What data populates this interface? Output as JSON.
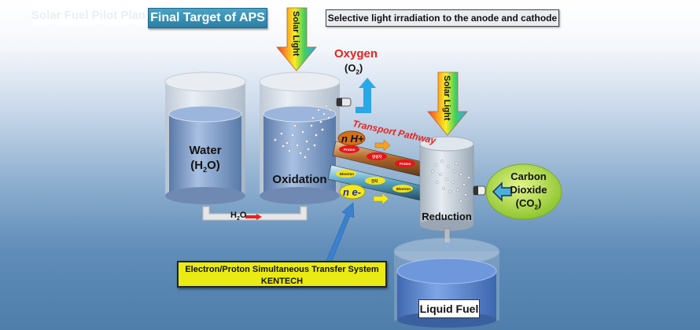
{
  "header": {
    "faded_title": "Solar Fuel Pilot Plant and",
    "title": "Final Target of APS",
    "subtitle": "Selective light irradiation to the anode and cathode"
  },
  "solar_light": {
    "label": "Solar Light"
  },
  "cylinders": {
    "water": {
      "line1": "Water",
      "line2_main": "(H",
      "line2_sub": "2",
      "line2_end": "O)"
    },
    "oxidation": {
      "label": "Oxidation"
    },
    "reduction": {
      "label": "Reduction"
    },
    "fuel": {
      "label": "Liquid Fuel"
    }
  },
  "oxygen": {
    "label": "Oxygen",
    "formula_main": "(O",
    "formula_sub": "2",
    "formula_end": ")"
  },
  "transport": {
    "label": "Transport Pathway",
    "proton_badge": "n H+",
    "electron_badge": "n e-",
    "proton_tube_labels": [
      "Proton",
      "양성자",
      "Proton"
    ],
    "electron_tube_labels": [
      "Electron",
      "전자",
      "Electron"
    ]
  },
  "pipe": {
    "label_main": "H",
    "label_sub": "2",
    "label_end": "O"
  },
  "carbon_dioxide": {
    "line1": "Carbon",
    "line2": "Dioxide",
    "line3_main": "(CO",
    "line3_sub": "2",
    "line3_end": ")"
  },
  "system_box": {
    "line1": "Electron/Proton Simultaneous Transfer System",
    "line2": "KENTECH"
  },
  "colors": {
    "title_bg": "#2a7ea3",
    "highlight_red": "#e8221d",
    "yellow_box": "#eaea14",
    "co2_green": "#b8e04a",
    "arrow_blue": "#29a8e8"
  }
}
